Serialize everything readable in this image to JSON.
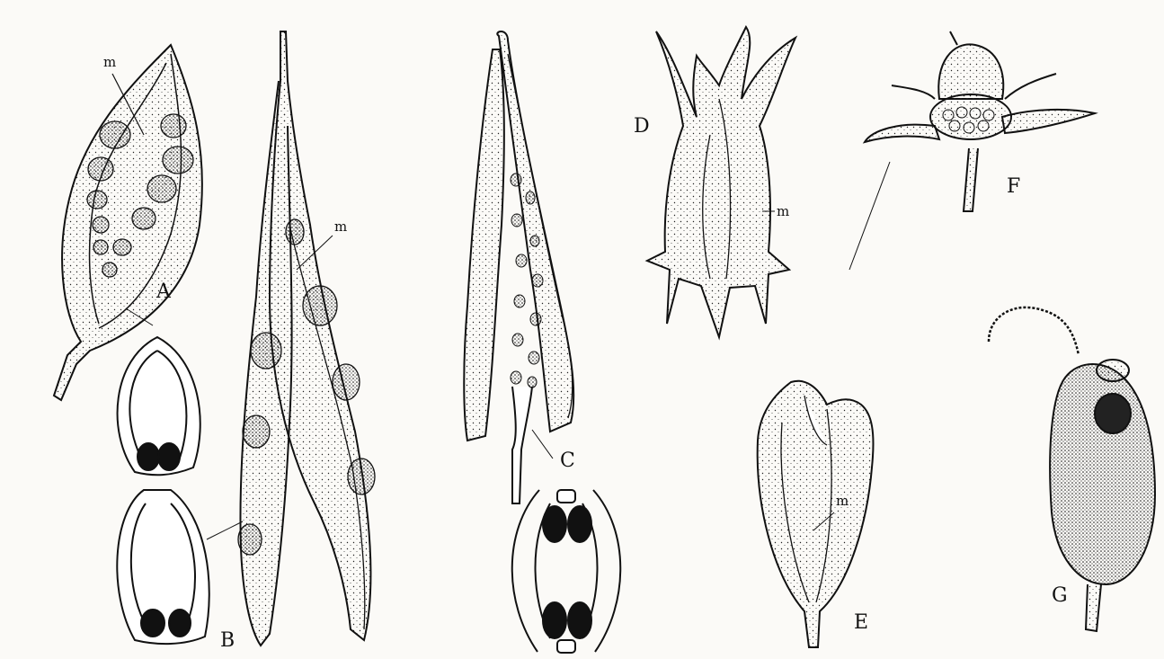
{
  "labels": {
    "A": "A",
    "B": "B",
    "C": "C",
    "D": "D",
    "E": "E",
    "F": "F",
    "G": "G",
    "m": "m"
  },
  "colors": {
    "paper": "#fbfaf7",
    "ink": "#111111"
  }
}
